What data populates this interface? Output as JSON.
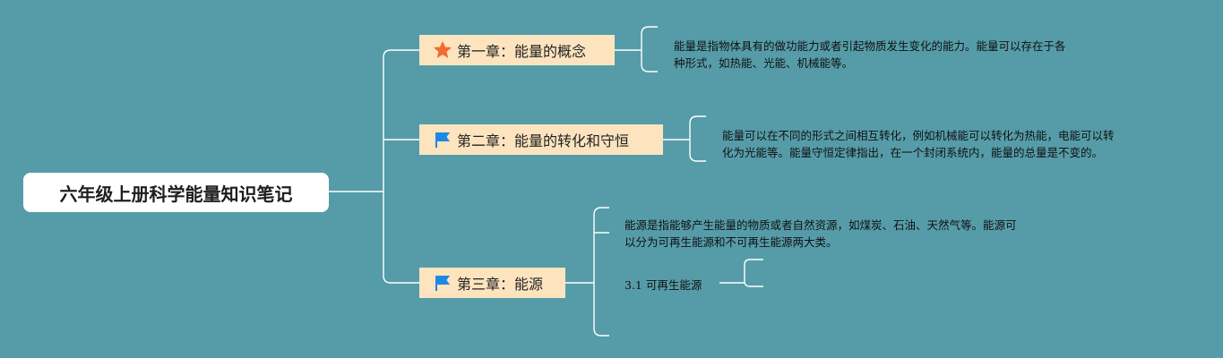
{
  "root": {
    "title": "六年级上册科学能量知识笔记"
  },
  "chapters": [
    {
      "title": "第一章：能量的概念",
      "icon": "star-icon",
      "note": [
        "能量是指物体具有的做功能力或者引起物质发生变化的能力。能量可以存在于各",
        "种形式，如热能、光能、机械能等。"
      ]
    },
    {
      "title": "第二章：能量的转化和守恒",
      "icon": "flag-icon",
      "note": [
        "能量可以在不同的形式之间相互转化，例如机械能可以转化为热能，电能可以转",
        "化为光能等。能量守恒定律指出，在一个封闭系统内，能量的总量是不变的。"
      ]
    },
    {
      "title": "第三章：能源",
      "icon": "flag-icon",
      "note": [
        "能源是指能够产生能量的物质或者自然资源，如煤炭、石油、天然气等。能源可",
        "以分为可再生能源和不可再生能源两大类。"
      ],
      "sub": {
        "number": "3.1",
        "label": "可再生能源"
      }
    }
  ],
  "colors": {
    "background": "#559ca8",
    "line": "#ffffff",
    "chapter_fill": "#fde4bf",
    "star": "#f26b2f",
    "flag": "#1e88e5"
  }
}
